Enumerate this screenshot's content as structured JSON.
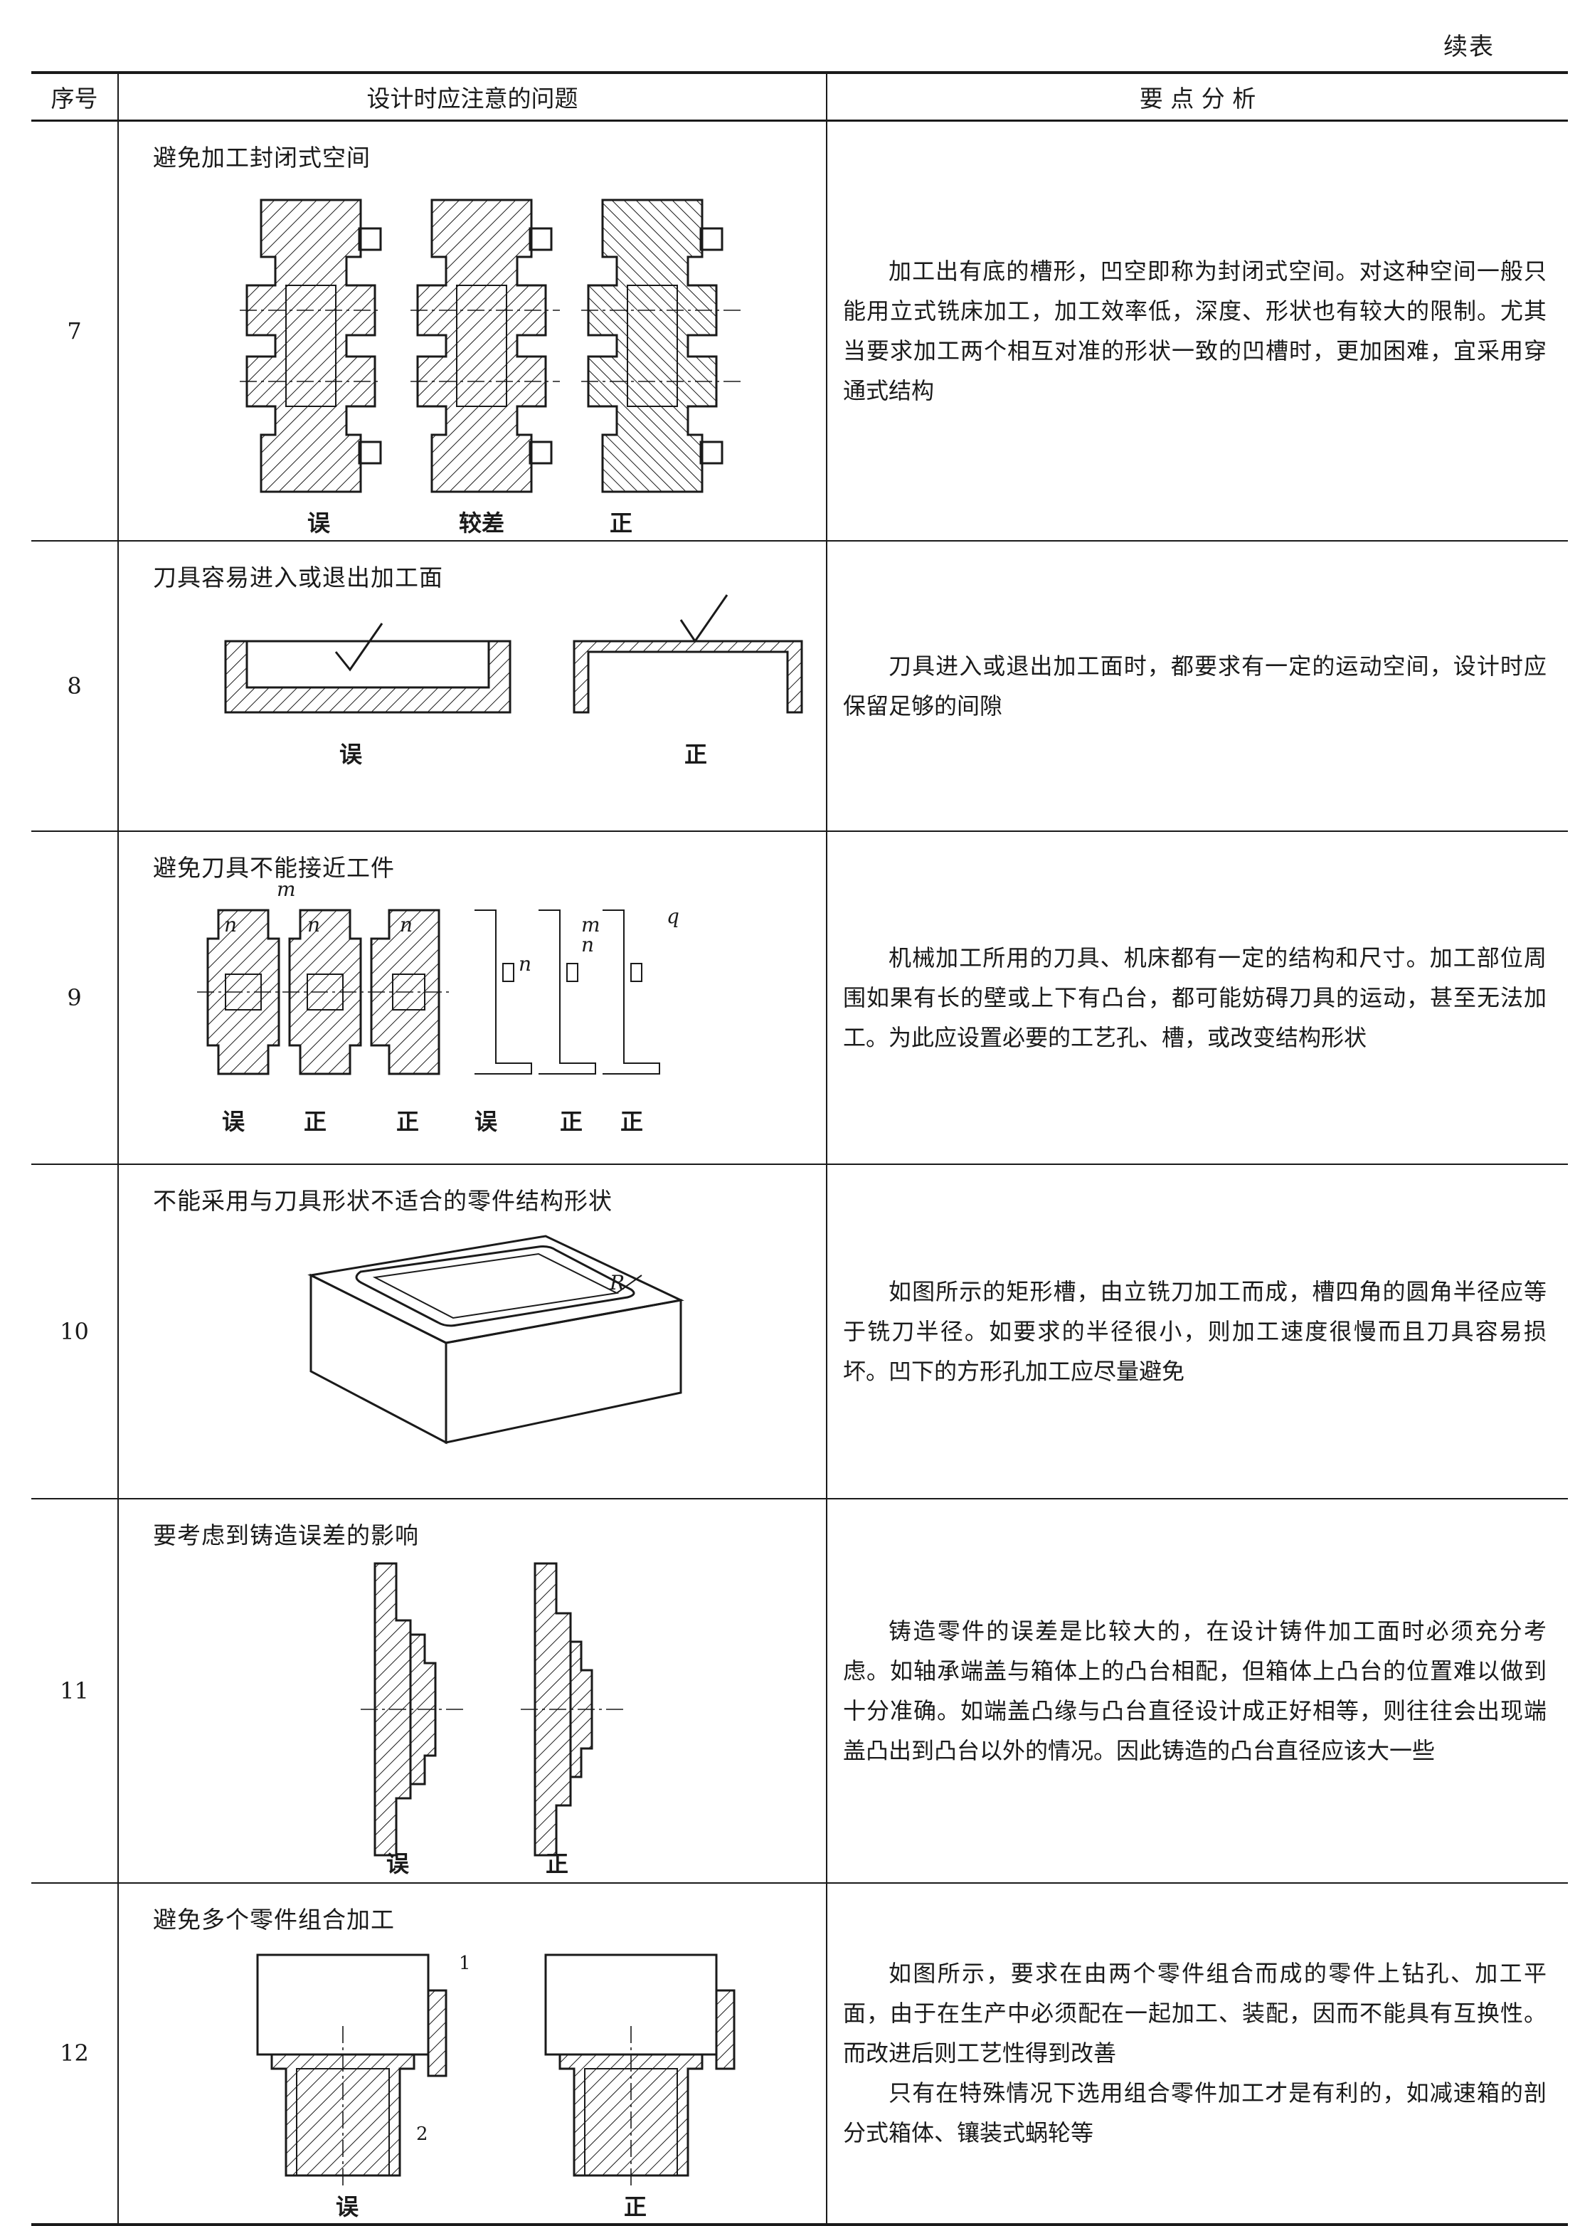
{
  "continuation": "续表",
  "headers": {
    "no": "序号",
    "issue": "设计时应注意的问题",
    "analysis": "要 点 分 析"
  },
  "rows": [
    {
      "no": "7",
      "title": "避免加工封闭式空间",
      "labels": [
        "误",
        "较差",
        "正"
      ],
      "analysis": [
        "加工出有底的槽形，凹空即称为封闭式空间。对这种空间一般只能用立式铣床加工，加工效率低，深度、形状也有较大的限制。尤其当要求加工两个相互对准的形状一致的凹槽时，更加困难，宜采用穿通式结构"
      ]
    },
    {
      "no": "8",
      "title": "刀具容易进入或退出加工面",
      "labels": [
        "误",
        "正"
      ],
      "analysis": [
        "刀具进入或退出加工面时，都要求有一定的运动空间，设计时应保留足够的间隙"
      ]
    },
    {
      "no": "9",
      "title": "避免刀具不能接近工件",
      "labels": [
        "误",
        "正",
        "正",
        "误",
        "正",
        "正"
      ],
      "marks": [
        "m",
        "n",
        "n",
        "n",
        "n",
        "m",
        "n",
        "q"
      ],
      "analysis": [
        "机械加工所用的刀具、机床都有一定的结构和尺寸。加工部位周围如果有长的壁或上下有凸台，都可能妨碍刀具的运动，甚至无法加工。为此应设置必要的工艺孔、槽，或改变结构形状"
      ]
    },
    {
      "no": "10",
      "title": "不能采用与刀具形状不适合的零件结构形状",
      "marks": [
        "R"
      ],
      "analysis": [
        "如图所示的矩形槽，由立铣刀加工而成，槽四角的圆角半径应等于铣刀半径。如要求的半径很小，则加工速度很慢而且刀具容易损坏。凹下的方形孔加工应尽量避免"
      ]
    },
    {
      "no": "11",
      "title": "要考虑到铸造误差的影响",
      "labels": [
        "误",
        "正"
      ],
      "analysis": [
        "铸造零件的误差是比较大的，在设计铸件加工面时必须充分考虑。如轴承端盖与箱体上的凸台相配，但箱体上凸台的位置难以做到十分准确。如端盖凸缘与凸台直径设计成正好相等，则往往会出现端盖凸出到凸台以外的情况。因此铸造的凸台直径应该大一些"
      ]
    },
    {
      "no": "12",
      "title": "避免多个零件组合加工",
      "labels": [
        "误",
        "正"
      ],
      "marks": [
        "1",
        "2"
      ],
      "analysis": [
        "如图所示，要求在由两个零件组合而成的零件上钻孔、加工平面，由于在生产中必须配在一起加工、装配，因而不能具有互换性。而改进后则工艺性得到改善",
        "只有在特殊情况下选用组合零件加工才是有利的，如减速箱的剖分式箱体、镶装式蜗轮等"
      ]
    }
  ]
}
